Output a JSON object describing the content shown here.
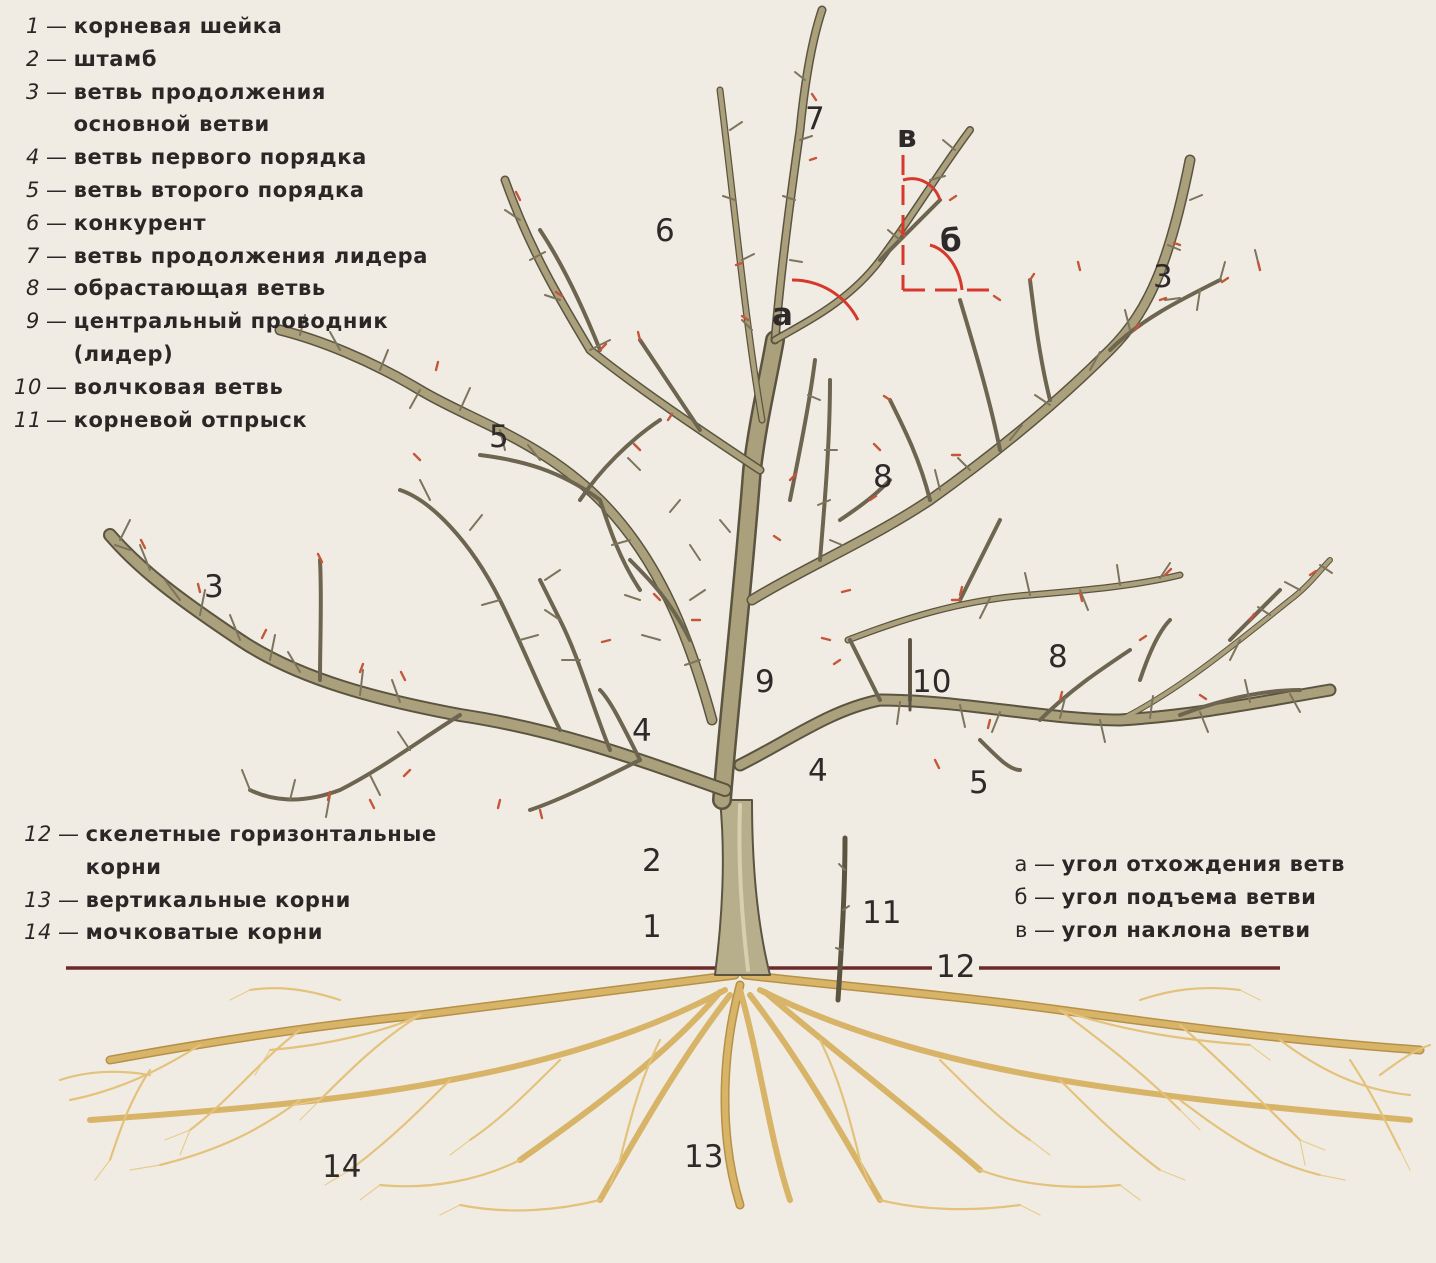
{
  "colors": {
    "paper": "#f1ece3",
    "bark": "#a89d78",
    "bark_dark": "#5b5440",
    "bud": "#c4563a",
    "root": "#d8b468",
    "root_dark": "#8a6b34",
    "angle_line": "#d6382c",
    "ground_line": "#6b2a2a"
  },
  "legend_top": [
    {
      "num": "1",
      "text": "корневая шейка"
    },
    {
      "num": "2",
      "text": "штамб"
    },
    {
      "num": "3",
      "text": "ветвь продолжения"
    },
    {
      "num": "",
      "text": "основной ветви"
    },
    {
      "num": "4",
      "text": "ветвь первого порядка"
    },
    {
      "num": "5",
      "text": "ветвь второго порядка"
    },
    {
      "num": "6",
      "text": "конкурент"
    },
    {
      "num": "7",
      "text": "ветвь продолжения лидера"
    },
    {
      "num": "8",
      "text": "обрастающая ветвь"
    },
    {
      "num": "9",
      "text": "центральный проводник"
    },
    {
      "num": "",
      "text": "(лидер)"
    },
    {
      "num": "10",
      "text": "волчковая ветвь"
    },
    {
      "num": "11",
      "text": "корневой отпрыск"
    }
  ],
  "legend_roots": [
    {
      "num": "12",
      "text": "скелетные горизонтальные"
    },
    {
      "num": "",
      "text": "корни"
    },
    {
      "num": "13",
      "text": "вертикальные корни"
    },
    {
      "num": "14",
      "text": "мочковатые корни"
    }
  ],
  "legend_angles": [
    {
      "num": "а",
      "text": "угол отхождения ветв"
    },
    {
      "num": "б",
      "text": "угол подъема ветви"
    },
    {
      "num": "в",
      "text": "угол наклона ветви"
    }
  ],
  "markers": {
    "m1": "1",
    "m2": "2",
    "m3a": "3",
    "m3b": "3",
    "m4a": "4",
    "m4b": "4",
    "m5a": "5",
    "m5b": "5",
    "m6": "6",
    "m7": "7",
    "m8a": "8",
    "m8b": "8",
    "m9": "9",
    "m10": "10",
    "m11": "11",
    "m12": "12",
    "m13": "13",
    "m14": "14",
    "ma": "а",
    "mb": "б",
    "mv": "в"
  }
}
